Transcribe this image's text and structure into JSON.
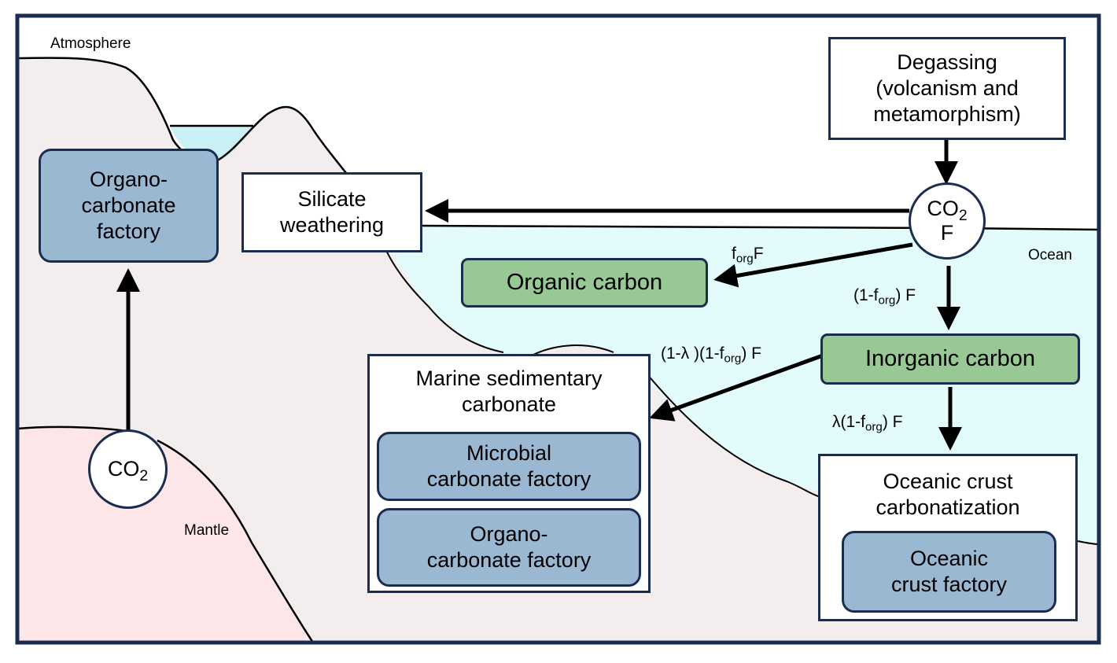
{
  "regions": {
    "atmosphere": "Atmosphere",
    "ocean": "Ocean",
    "mantle": "Mantle"
  },
  "nodes": {
    "degassing": [
      "Degassing",
      "(volcanism and",
      "metamorphism)"
    ],
    "co2_source": {
      "main": "CO",
      "sub": "2",
      "flux": "F"
    },
    "co2_mantle": {
      "main": "CO",
      "sub": "2"
    },
    "silicate_weathering": [
      "Silicate",
      "weathering"
    ],
    "organo_carbonate_land": [
      "Organo-",
      "carbonate",
      "factory"
    ],
    "organic_carbon": "Organic carbon",
    "inorganic_carbon": "Inorganic carbon",
    "marine_sedimentary": {
      "title": [
        "Marine sedimentary",
        "carbonate"
      ],
      "microbial_factory": [
        "Microbial",
        "carbonate factory"
      ],
      "organo_factory": [
        "Organo-",
        "carbonate factory"
      ]
    },
    "oceanic_crust": {
      "title": [
        "Oceanic crust",
        "carbonatization"
      ],
      "factory": [
        "Oceanic",
        "crust factory"
      ]
    }
  },
  "flux_labels": {
    "organic": {
      "pre": "f",
      "sub": "org",
      "post": "F"
    },
    "inorganic": {
      "pre": "(1-f",
      "sub": "org",
      "post": ") F"
    },
    "marine": {
      "pre": "(1-λ )(1-f",
      "sub": "org",
      "post": ") F"
    },
    "crust": {
      "pre": "λ(1-f",
      "sub": "org",
      "post": ") F"
    }
  },
  "colors": {
    "frame": "#1b2d4f",
    "land": "#f3eded",
    "mantle": "#fce6e8",
    "ocean": "#e3fbfb",
    "lake": "#c9f1f5",
    "factory_blue": "#9bb8d3",
    "carbon_green": "#98c995"
  }
}
